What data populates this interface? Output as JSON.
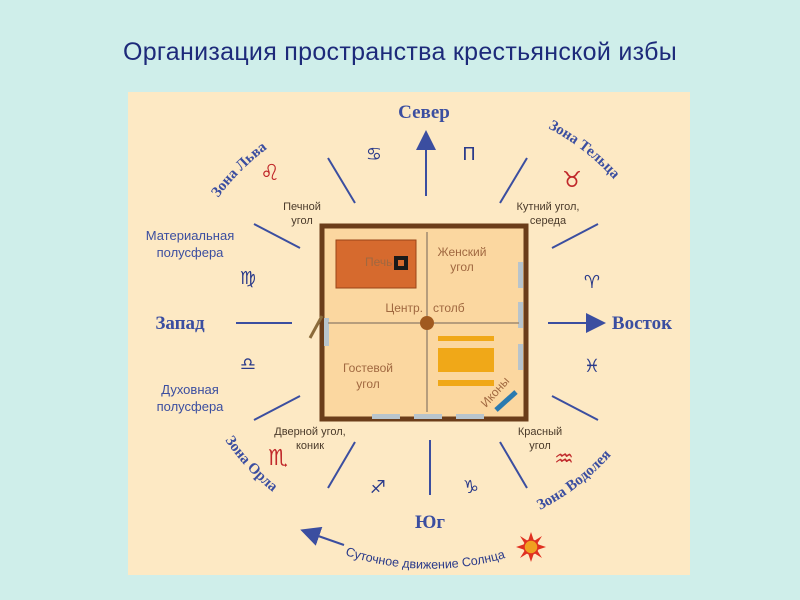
{
  "title": "Организация пространства крестьянской избы",
  "directions": {
    "north": "Север",
    "south": "Юг",
    "west": "Запад",
    "east": "Восток"
  },
  "zones": {
    "lion": "Зона Льва",
    "taurus": "Зона Тельца",
    "eagle": "Зона Орла",
    "aquarius": "Зона Водолея"
  },
  "hemispheres": {
    "material_1": "Материальная",
    "material_2": "полусфера",
    "spiritual_1": "Духовная",
    "spiritual_2": "полусфера"
  },
  "corners": {
    "stove_1": "Печной",
    "stove_2": "угол",
    "kut_1": "Кутний угол,",
    "kut_2": "середа",
    "door_1": "Дверной угол,",
    "door_2": "коник",
    "red_1": "Красный",
    "red_2": "угол"
  },
  "room": {
    "stove": "Печь",
    "female_1": "Женский",
    "female_2": "угол",
    "center": "Центр.   столб",
    "guest_1": "Гостевой",
    "guest_2": "угол",
    "icons": "Иконы"
  },
  "signs": {
    "cancer": "♋",
    "gemini": "Π",
    "leo": "♌",
    "taurus": "♉",
    "virgo": "♍",
    "aries": "♈",
    "libra": "♎",
    "pisces": "♓",
    "scorpio": "♏",
    "aquarius": "♒",
    "sagittarius": "♐",
    "capricorn": "♑"
  },
  "sun_motion": "Суточное движение Солнца",
  "colors": {
    "text_blue": "#3b4ea0",
    "red_sign": "#c0282a",
    "panel": "#fde9c4",
    "wall": "#6b3d1a",
    "stove": "#d66a2e",
    "bench": "#f0a818"
  }
}
